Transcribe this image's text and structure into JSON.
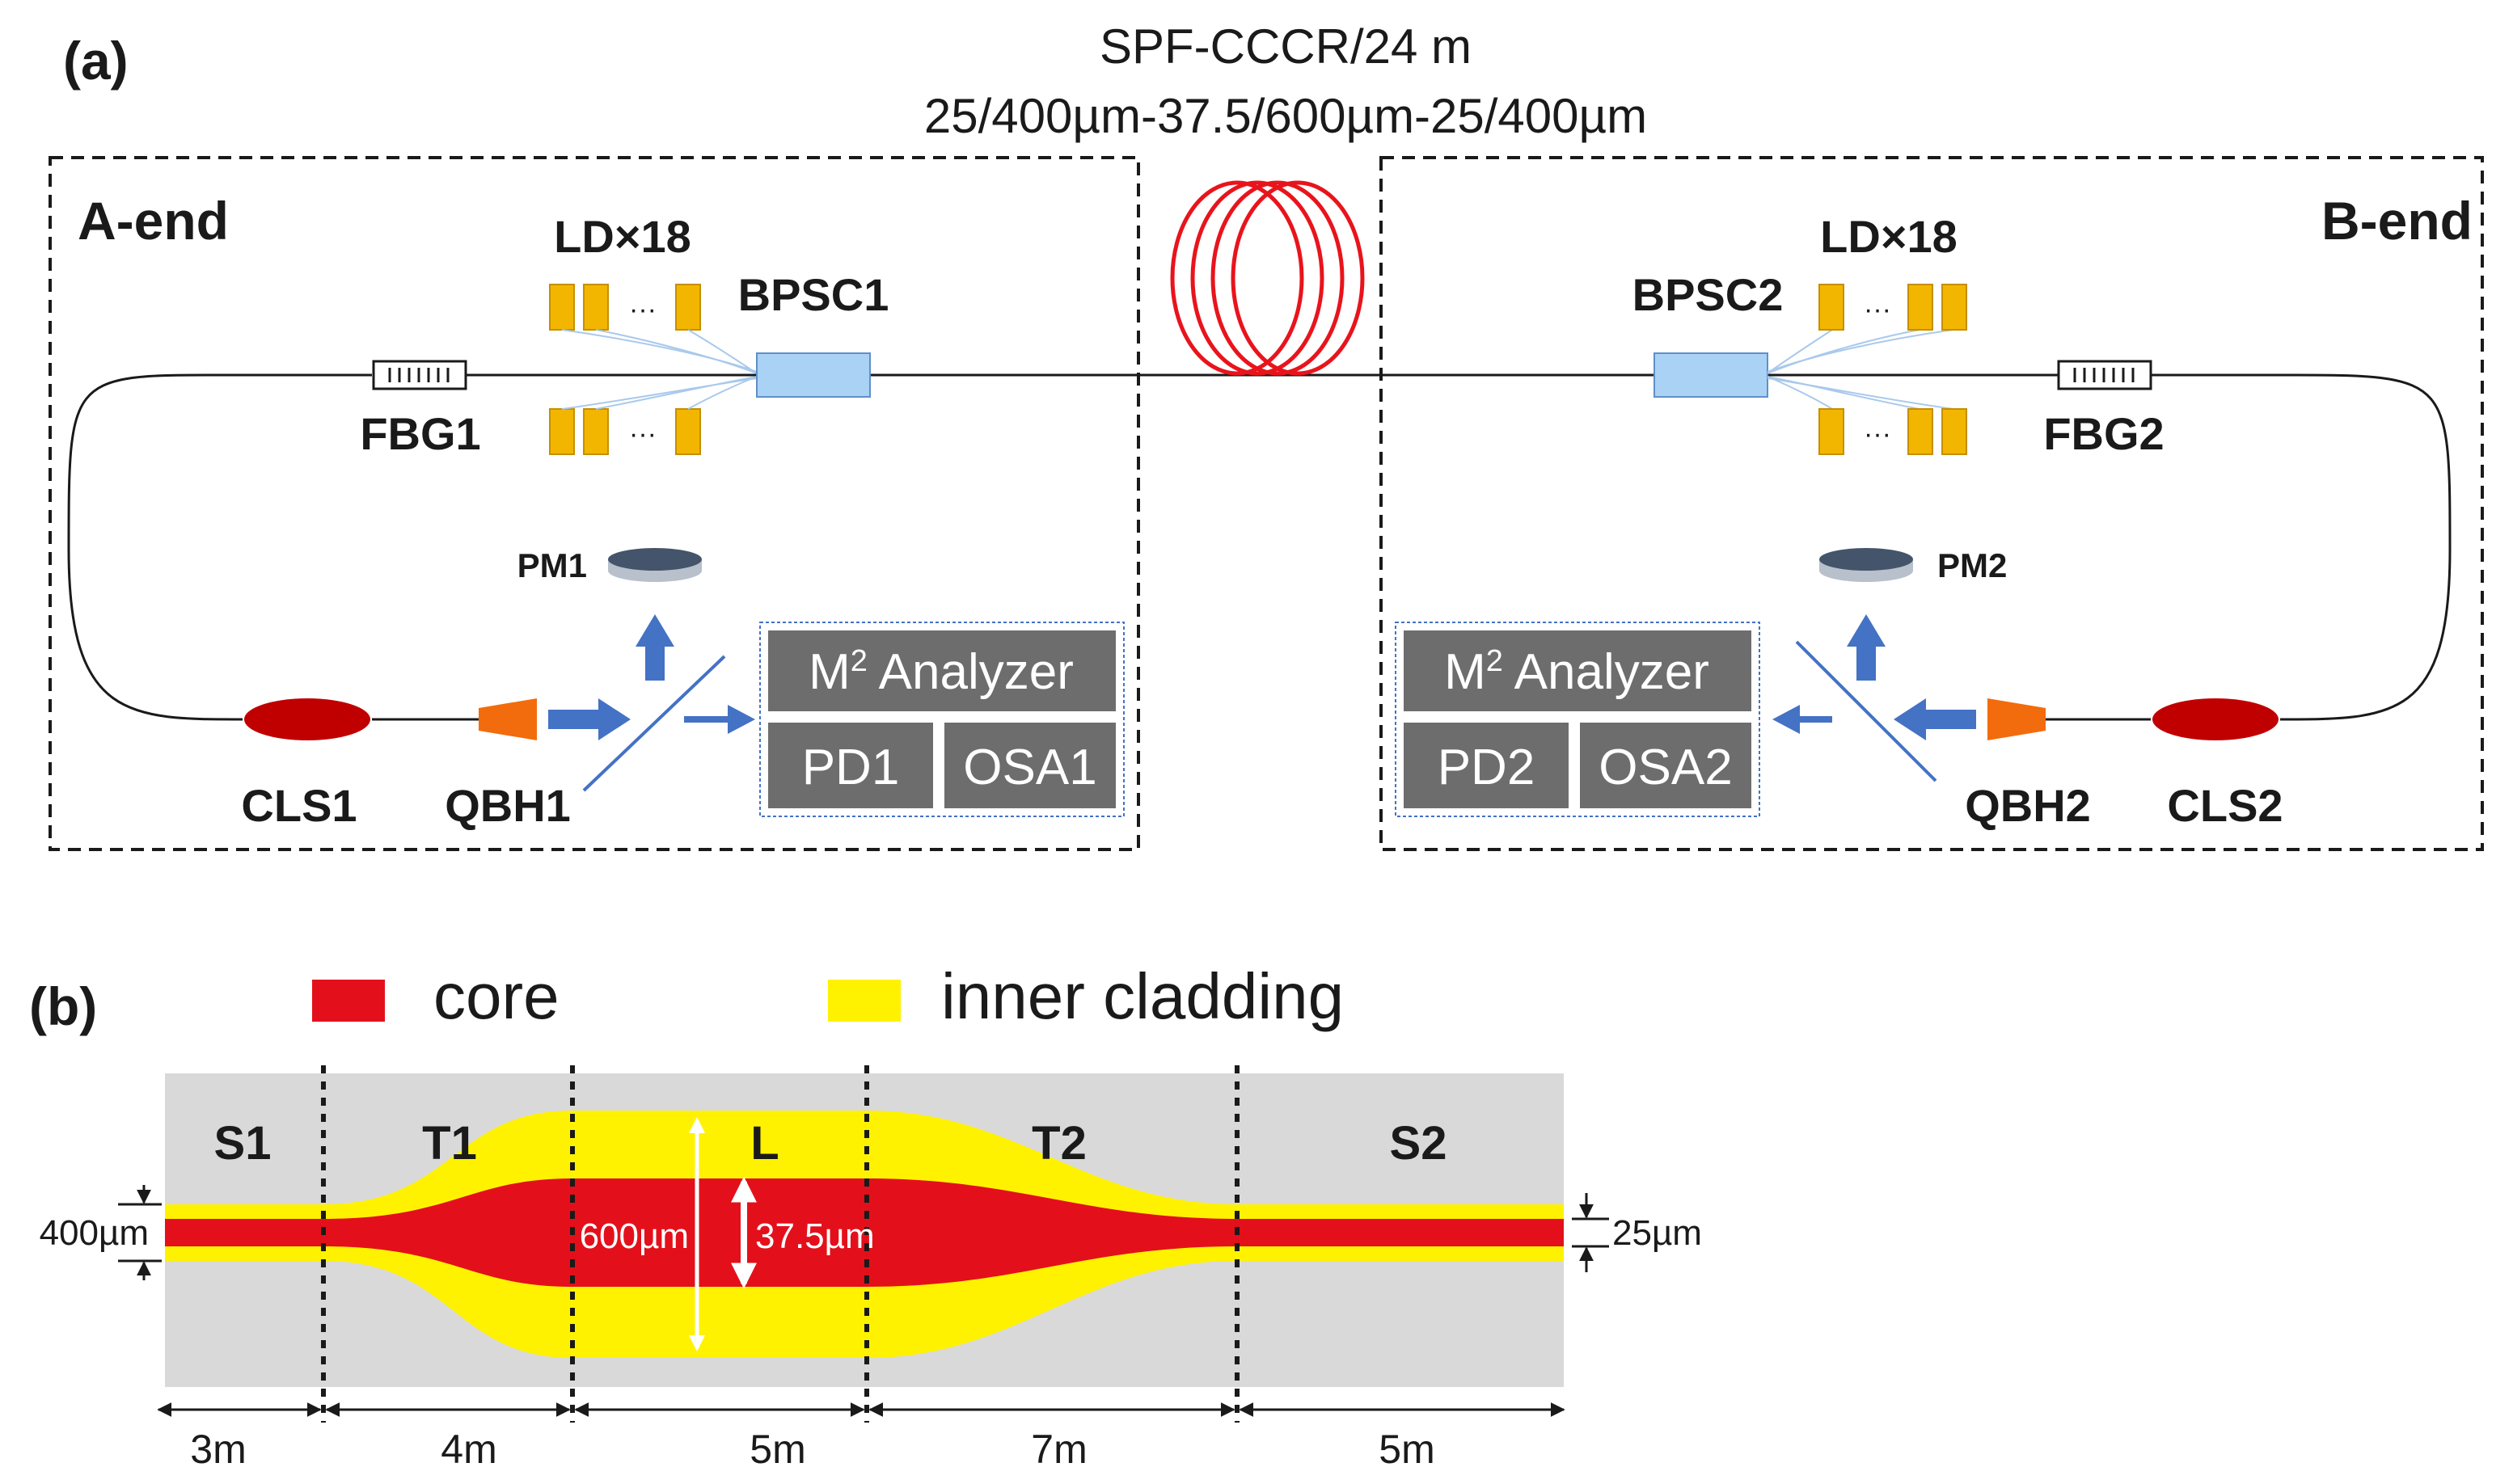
{
  "panel_a": {
    "label": "(a)",
    "fiber_title": "SPF-CCCR/24 m",
    "fiber_spec": "25/400µm-37.5/600µm-25/400µm",
    "a_end": {
      "title": "A-end",
      "ld_label": "LD×18",
      "combiner": "BPSC1",
      "fbg": "FBG1",
      "power_meter": "PM1",
      "cls": "CLS1",
      "qbh": "QBH1",
      "analyzer_prefix": "M",
      "analyzer_sup": "2",
      "analyzer_suffix": " Analyzer",
      "pd": "PD1",
      "osa": "OSA1"
    },
    "b_end": {
      "title": "B-end",
      "ld_label": "LD×18",
      "combiner": "BPSC2",
      "fbg": "FBG2",
      "power_meter": "PM2",
      "cls": "CLS2",
      "qbh": "QBH2",
      "analyzer_prefix": "M",
      "analyzer_sup": "2",
      "analyzer_suffix": " Analyzer",
      "pd": "PD2",
      "osa": "OSA2"
    },
    "ellipsis": "···"
  },
  "panel_b": {
    "label": "(b)",
    "legend": [
      {
        "name": "core",
        "color": "#e3101b"
      },
      {
        "name": "inner cladding",
        "color": "#fff200"
      }
    ],
    "sections": [
      "S1",
      "T1",
      "L",
      "T2",
      "S2"
    ],
    "lengths": [
      "3m",
      "4m",
      "5m",
      "7m",
      "5m"
    ],
    "dim_left": "400µm",
    "dim_right": "25µm",
    "dim_clad": "600µm",
    "dim_core": "37.5µm"
  },
  "colors": {
    "fiber_coil": "#e8141c",
    "ld": "#f3b600",
    "combiner": "#a9d2f5",
    "cls": "#c00000",
    "qbh": "#f26c0d",
    "arrow": "#4472c4",
    "box": "#6d6d6d",
    "pm": "#44546a",
    "bg_gray": "#d9d9d9"
  }
}
